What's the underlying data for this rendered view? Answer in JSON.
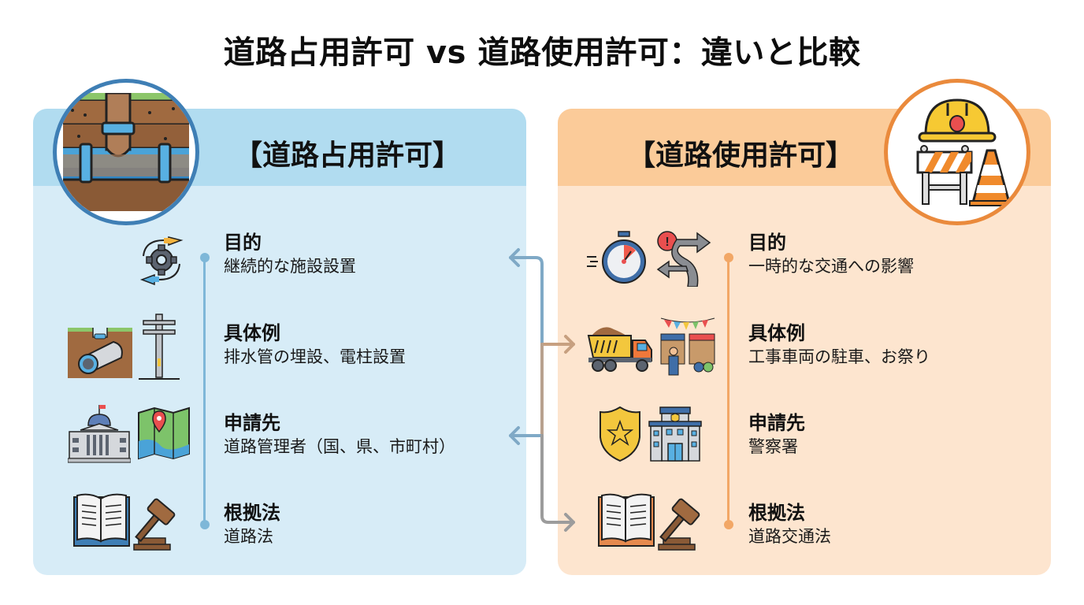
{
  "title": "道路占用許可 vs 道路使用許可：違いと比較",
  "colors": {
    "left_accent": "#3f7fb5",
    "left_band": "#b1dcf0",
    "left_panel": "#d7ecf7",
    "right_accent": "#ea8a3c",
    "right_band": "#fbcb99",
    "right_panel": "#fde5cf"
  },
  "left_panel": {
    "heading": "【道路占用許可】",
    "badge_icon": "underground-pipe-icon",
    "items": [
      {
        "label": "目的",
        "value": "継続的な施設設置",
        "icons": [
          "gear-cycle-icon"
        ]
      },
      {
        "label": "具体例",
        "value": "排水管の埋設、電柱設置",
        "icons": [
          "buried-pipe-icon",
          "utility-pole-icon"
        ]
      },
      {
        "label": "申請先",
        "value": "道路管理者（国、県、市町村）",
        "icons": [
          "government-building-icon",
          "map-pin-icon"
        ]
      },
      {
        "label": "根拠法",
        "value": "道路法",
        "icons": [
          "law-book-icon",
          "gavel-icon"
        ]
      }
    ]
  },
  "right_panel": {
    "heading": "【道路使用許可】",
    "badge_icon": "construction-hardhat-barrier-cone-icon",
    "items": [
      {
        "label": "目的",
        "value": "一時的な交通への影響",
        "icons": [
          "stopwatch-icon",
          "detour-road-icon"
        ]
      },
      {
        "label": "具体例",
        "value": "工事車両の駐車、お祭り",
        "icons": [
          "dump-truck-icon",
          "festival-stall-icon"
        ]
      },
      {
        "label": "申請先",
        "value": "警察署",
        "icons": [
          "police-badge-icon",
          "police-station-icon"
        ]
      },
      {
        "label": "根拠法",
        "value": "道路交通法",
        "icons": [
          "law-book-icon",
          "gavel-icon"
        ]
      }
    ]
  },
  "connectors": {
    "description": "arrows linking rows between the two panels",
    "arrows": [
      {
        "direction": "left",
        "row": 1
      },
      {
        "direction": "right",
        "row": 2
      },
      {
        "direction": "left",
        "row": 3
      },
      {
        "direction": "right",
        "row": 4
      }
    ]
  }
}
